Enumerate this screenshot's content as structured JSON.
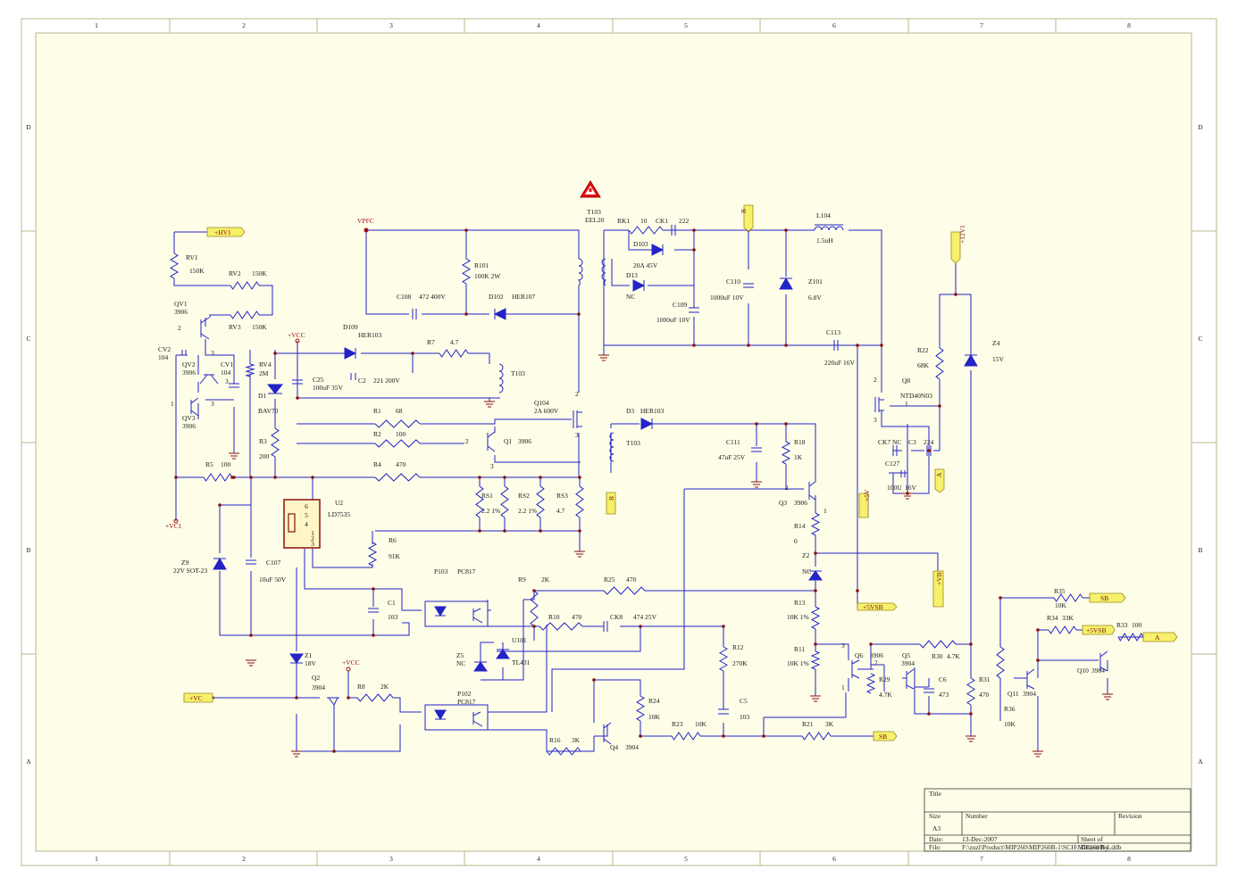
{
  "frame": {
    "cols": [
      "1",
      "2",
      "3",
      "4",
      "5",
      "6",
      "7",
      "8"
    ],
    "rows": [
      "D",
      "C",
      "B",
      "A"
    ]
  },
  "title_block": {
    "title_label": "Title",
    "size_label": "Size",
    "size_value": "A3",
    "number_label": "Number",
    "revision_label": "Revision",
    "date_label": "Date:",
    "date_value": "13-Dec-2007",
    "sheet_label": "Sheet   of",
    "file_label": "File:",
    "file_value": "F:\\zuzl\\Product\\MIP260\\MIP260B-1\\SCH\\MIP260B-1.ddb",
    "drawn_by": "Drawn By:"
  },
  "ports": {
    "hv1": "+HV1",
    "vpfc": "VPFC",
    "b_top": "B",
    "b_mid": "B",
    "p12v1": "+12V1",
    "a_right": "A",
    "p5v": "+5V",
    "vb": "+VB",
    "p5vsb": "+5VSB",
    "p5vsb_right": "+5VSB",
    "sb_right": "SB",
    "sb_bottom": "SB",
    "a_far": "A",
    "vc": "+VC",
    "vcc1": "+VCC",
    "vcc2": "+VCC",
    "vc1": "+VC1"
  },
  "components": {
    "rv1": [
      "RV1",
      "150K"
    ],
    "rv2": [
      "RV2",
      "150K"
    ],
    "rv3": [
      "RV3",
      "150K"
    ],
    "rv4": [
      "RV4",
      "2M"
    ],
    "qv1": [
      "QV1",
      "3906"
    ],
    "qv2": [
      "QV2",
      "3906"
    ],
    "qv3": [
      "QV3",
      "3906"
    ],
    "cv1": [
      "CV1",
      "104"
    ],
    "cv2": [
      "CV2",
      "104"
    ],
    "d1": [
      "D1",
      "BAV70"
    ],
    "r3": [
      "R3",
      "200"
    ],
    "r5": [
      "R5",
      "100"
    ],
    "z9": [
      "Z9",
      "22V SOT-23"
    ],
    "c107": [
      "C107",
      "10uF 50V"
    ],
    "c25": [
      "C25",
      "100uF 35V"
    ],
    "d109": [
      "D109",
      "HER103"
    ],
    "c2": [
      "C2",
      "221 200V"
    ],
    "r7": [
      "R7",
      "4.7"
    ],
    "t103a": [
      "T103"
    ],
    "c108": [
      "C108",
      "472 400V"
    ],
    "r101": [
      "R101",
      "100K 2W"
    ],
    "d102": [
      "D102",
      "HER107"
    ],
    "t103": [
      "T103",
      "EEL20"
    ],
    "q104": [
      "Q104",
      "2A 600V"
    ],
    "r1": [
      "R1",
      "68"
    ],
    "r2": [
      "R2",
      "100"
    ],
    "q1": [
      "Q1",
      "3906"
    ],
    "r4": [
      "R4",
      "470"
    ],
    "u2": [
      "U2",
      "LD7535"
    ],
    "rs1": [
      "RS1",
      "2.2 1%"
    ],
    "rs2": [
      "RS2",
      "2.2 1%"
    ],
    "rs3": [
      "RS3",
      "4.7"
    ],
    "r6": [
      "R6",
      "91K"
    ],
    "p103": [
      "P103",
      "PC817"
    ],
    "c1": [
      "C1",
      "103"
    ],
    "r9": [
      "R9",
      "2K"
    ],
    "r25": [
      "R25",
      "470"
    ],
    "r10": [
      "R10",
      "470"
    ],
    "ck8": [
      "CK8",
      "474 25V"
    ],
    "z5": [
      "Z5",
      "NC"
    ],
    "u101": [
      "U101",
      "TL431"
    ],
    "r12": [
      "R12",
      "270K"
    ],
    "z1": [
      "Z1",
      "18V"
    ],
    "q2": [
      "Q2",
      "3904"
    ],
    "r8": [
      "R8",
      "2K"
    ],
    "p102": [
      "P102",
      "PC817"
    ],
    "r24": [
      "R24",
      "10K"
    ],
    "c5": [
      "C5",
      "103"
    ],
    "r23": [
      "R23",
      "10K"
    ],
    "r16": [
      "R16",
      "3K"
    ],
    "q4": [
      "Q4",
      "3904"
    ],
    "r21": [
      "R21",
      "3K"
    ],
    "rk1": [
      "RK1",
      "10"
    ],
    "ck1": [
      "CK1",
      "222"
    ],
    "d103": [
      "D103",
      "20A 45V"
    ],
    "d13": [
      "D13",
      "NC"
    ],
    "c109": [
      "C109",
      "1000uF 10V"
    ],
    "c110": [
      "C110",
      "1000uF 10V"
    ],
    "z101": [
      "Z101",
      "6.8V"
    ],
    "l104": [
      "L104",
      "1.5uH"
    ],
    "c113": [
      "C113",
      "220uF 16V"
    ],
    "d3": [
      "D3",
      "HER103"
    ],
    "t103b": [
      "T103"
    ],
    "c111": [
      "C111",
      "47uF 25V"
    ],
    "r18": [
      "R18",
      "1K"
    ],
    "q3": [
      "Q3",
      "3906"
    ],
    "r14": [
      "R14",
      "0"
    ],
    "z2": [
      "Z2",
      "NC"
    ],
    "r13": [
      "R13",
      "10K 1%"
    ],
    "r11": [
      "R11",
      "10K 1%"
    ],
    "q8": [
      "Q8",
      "NTD40N03"
    ],
    "r22": [
      "R22",
      "68K"
    ],
    "z4": [
      "Z4",
      "15V"
    ],
    "ck7": [
      "CK7",
      "NC"
    ],
    "c3": [
      "C3",
      "224"
    ],
    "c127": [
      "C127",
      "100U",
      "16V"
    ],
    "q6": [
      "Q6",
      "3906"
    ],
    "q5": [
      "Q5",
      "3904"
    ],
    "r29": [
      "R29",
      "4.7K"
    ],
    "c6": [
      "C6",
      "473"
    ],
    "r30": [
      "R30",
      "4.7K"
    ],
    "r31": [
      "R31",
      "470"
    ],
    "r35": [
      "R35",
      "10K"
    ],
    "r34": [
      "R34",
      "33K"
    ],
    "r33": [
      "R33",
      "100"
    ],
    "q11": [
      "Q11",
      "3904"
    ],
    "r36": [
      "R36",
      "10K"
    ],
    "q10": [
      "Q10",
      "3904"
    ]
  },
  "pin_labels": {
    "u2_pins": [
      "6",
      "5",
      "4",
      "1",
      "2",
      "3"
    ],
    "one": "1",
    "two": "2",
    "three": "3"
  },
  "colors": {
    "wire": "#2323c8",
    "frame": "#b8b888",
    "paper": "#fdfde8",
    "warning": "#e01010",
    "port_fill": "#f6f06a"
  }
}
